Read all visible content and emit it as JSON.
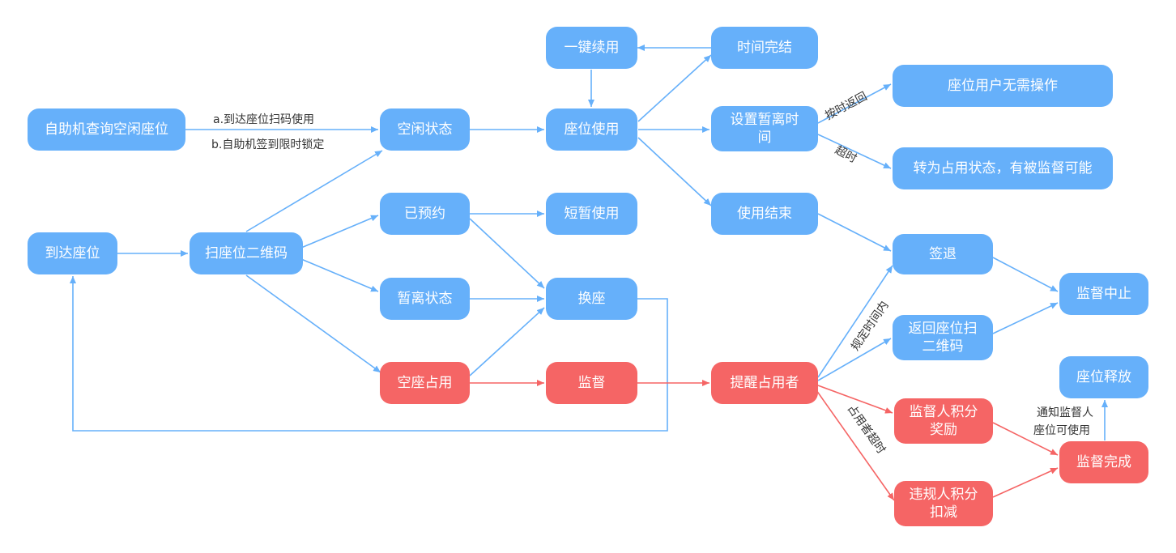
{
  "colors": {
    "blue": "#66b0fa",
    "red": "#f56565",
    "blue_line": "#66b0fa",
    "red_line": "#f56565"
  },
  "nodes": {
    "query_seat": "自助机查询空闲座位",
    "arrive_seat": "到达座位",
    "scan_qr": "扫座位二维码",
    "idle_state": "空闲状态",
    "reserved": "已预约",
    "away_state": "暂离状态",
    "vacant_occupied": "空座占用",
    "one_click_renew": "一键续用",
    "seat_in_use": "座位使用",
    "short_use": "短暂使用",
    "change_seat": "换座",
    "supervise": "监督",
    "time_finished": "时间完结",
    "set_away_time": "设置暂离时间",
    "use_ended": "使用结束",
    "remind_occupier": "提醒占用者",
    "no_action": "座位用户无需操作",
    "to_occupied": "转为占用状态，有被监督可能",
    "sign_out": "签退",
    "return_scan": "返回座位扫二维码",
    "supervisor_reward": "监督人积分奖励",
    "violator_deduct": "违规人积分扣减",
    "supervision_stop": "监督中止",
    "seat_release": "座位释放",
    "supervision_done": "监督完成"
  },
  "edge_labels": {
    "scan_use": "a.到达座位扫码使用",
    "kiosk_lock": "b.自助机签到限时锁定",
    "on_time_return": "按时返回",
    "timeout": "超时",
    "within_time": "规定时间内",
    "occupier_timeout": "占用者超时",
    "notify_line1": "通知监督人",
    "notify_line2": "座位可使用"
  }
}
